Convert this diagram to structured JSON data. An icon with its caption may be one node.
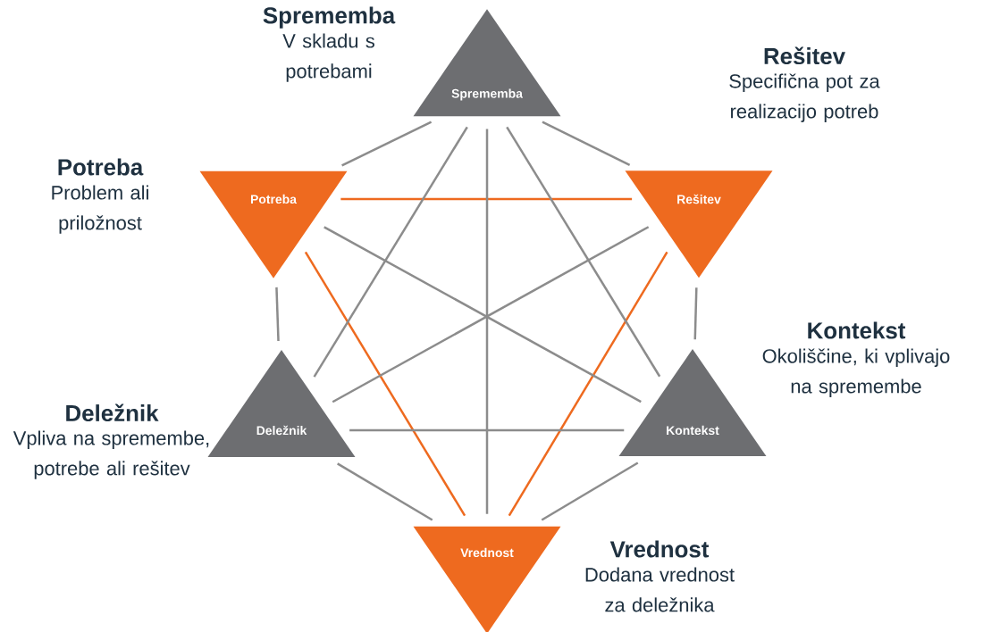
{
  "diagram": {
    "nodes": [
      {
        "text": [
          "Sprememba"
        ],
        "beside": [
          "Sprememba",
          "V skladu s potrebami"
        ]
      },
      {
        "text": [
          "Potreba"
        ],
        "beside": [
          "Potreba",
          "Problem ali priložnost"
        ]
      },
      {
        "text": [
          "Rešitev"
        ],
        "beside": [
          "Rešitev",
          "Specifična pot za realizacijo potreb"
        ]
      },
      {
        "text": [
          "Deležnik"
        ],
        "beside": [
          "Deležnik",
          "Vpliva na spremembe, potrebe ali rešitev"
        ]
      },
      {
        "text": [
          "Kontekst"
        ],
        "beside": [
          "Kontekst",
          "Okoliščine, ki vplivajo na spremembe"
        ]
      },
      {
        "text": [
          "Vrednost"
        ],
        "beside": [
          "Vrednost",
          "Dodana vrednost za deležnika"
        ]
      }
    ],
    "edges": [
      {
        "from": 0,
        "to": 2,
        "arrow": "none"
      },
      {
        "from": 2,
        "to": 4,
        "arrow": "none"
      },
      {
        "from": 4,
        "to": 5,
        "arrow": "none"
      },
      {
        "from": 5,
        "to": 3,
        "arrow": "none"
      },
      {
        "from": 3,
        "to": 1,
        "arrow": "none"
      },
      {
        "from": 1,
        "to": 0,
        "arrow": "none"
      },
      {
        "from": 1,
        "to": 2,
        "arrow": "none",
        "color": "#ee6a1f"
      },
      {
        "from": 1,
        "to": 5,
        "arrow": "none",
        "color": "#ee6a1f"
      },
      {
        "from": 2,
        "to": 5,
        "arrow": "none",
        "color": "#ee6a1f"
      },
      {
        "from": 0,
        "to": 3,
        "arrow": "none"
      },
      {
        "from": 0,
        "to": 4,
        "arrow": "none"
      },
      {
        "from": 0,
        "to": 5,
        "arrow": "none"
      },
      {
        "from": 1,
        "to": 4,
        "arrow": "none"
      },
      {
        "from": 2,
        "to": 3,
        "arrow": "none"
      },
      {
        "from": 3,
        "to": 4,
        "arrow": "none"
      }
    ]
  }
}
